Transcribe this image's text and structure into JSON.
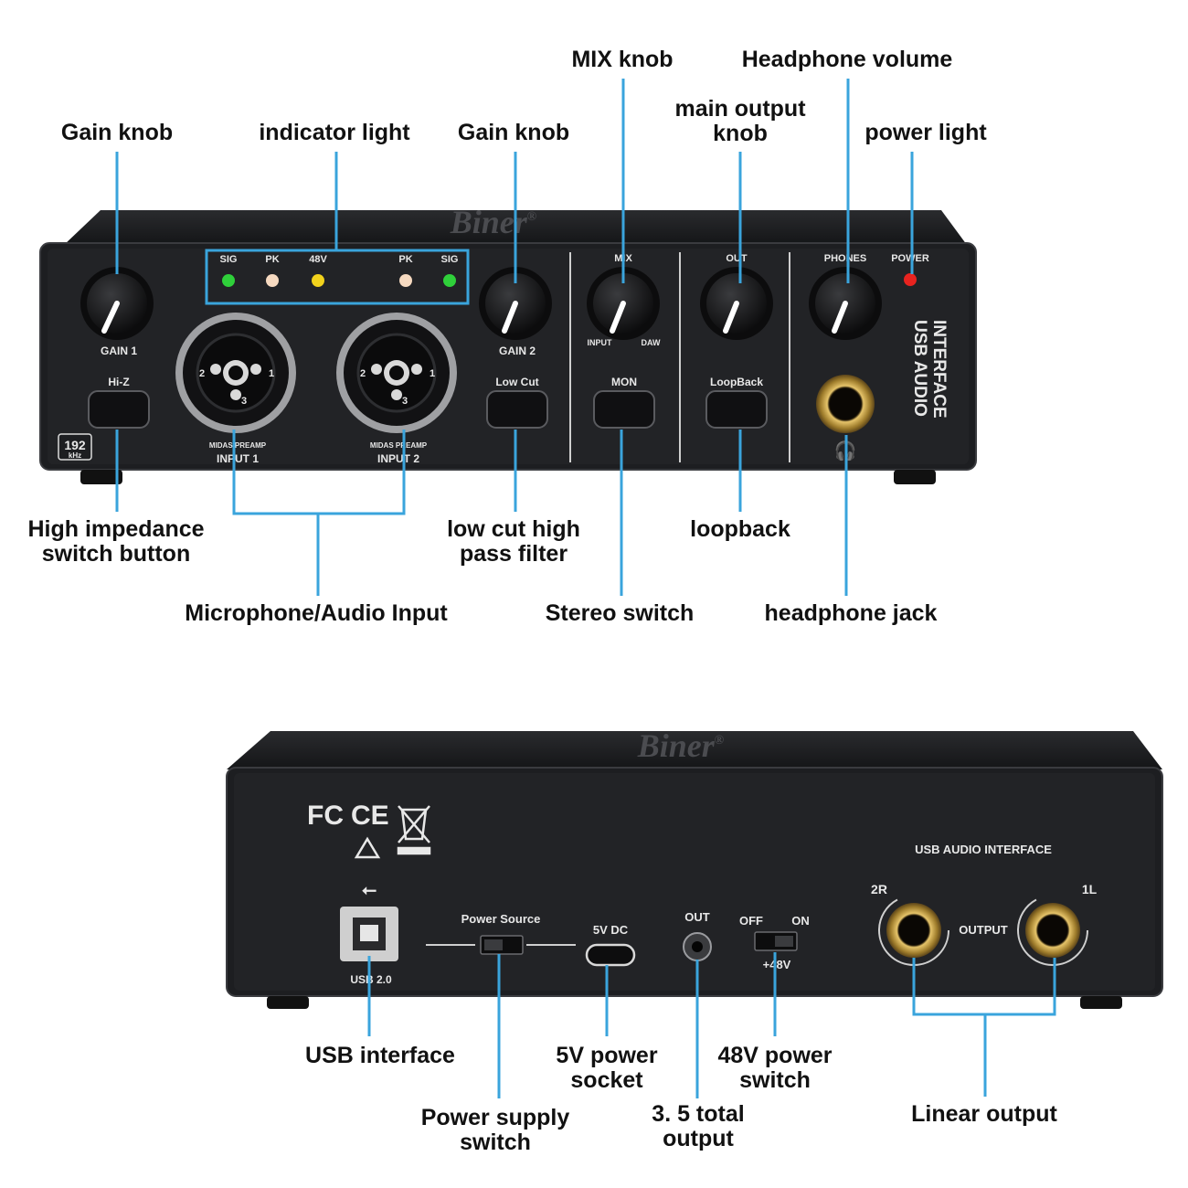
{
  "callouts": {
    "gain_knob_1": "Gain knob",
    "indicator_light": "indicator light",
    "gain_knob_2": "Gain knob",
    "mix_knob": "MIX knob",
    "main_output_knob": "main output knob",
    "main_output_knob_l1": "main output",
    "main_output_knob_l2": "knob",
    "headphone_volume": "Headphone volume",
    "power_light": "power light",
    "hiz_l1": "High impedance",
    "hiz_l2": "switch button",
    "mic_input": "Microphone/Audio Input",
    "lowcut_l1": "low cut high",
    "lowcut_l2": "pass filter",
    "stereo_switch": "Stereo switch",
    "loopback": "loopback",
    "headphone_jack": "headphone jack",
    "usb_interface": "USB interface",
    "power_supply_switch_l1": "Power supply",
    "power_supply_switch_l2": "switch",
    "power_socket_l1": "5V power",
    "power_socket_l2": "socket",
    "total_output_l1": "3. 5 total",
    "total_output_l2": "output",
    "phantom_switch_l1": "48V power",
    "phantom_switch_l2": "switch",
    "linear_output": "Linear output"
  },
  "front_panel": {
    "brand": "Biner",
    "registered": "®",
    "leds": [
      {
        "label": "SIG",
        "color": "#2fd03a"
      },
      {
        "label": "PK",
        "color": "#f6d9c0"
      },
      {
        "label": "48V",
        "color": "#f2d21c"
      },
      {
        "label": "PK",
        "color": "#f6d9c0"
      },
      {
        "label": "SIG",
        "color": "#2fd03a"
      }
    ],
    "gain1": "GAIN 1",
    "gain2": "GAIN 2",
    "hiz": "Hi-Z",
    "lowcut": "Low Cut",
    "mix": "MIX",
    "mix_input": "INPUT",
    "mix_daw": "DAW",
    "mon": "MON",
    "out": "OUT",
    "loopback": "LoopBack",
    "phones": "PHONES",
    "power": "POWER",
    "power_led_color": "#e8231f",
    "input1": "INPUT 1",
    "input2": "INPUT 2",
    "preamp": "MIDAS PREAMP",
    "rate": "192",
    "rate_unit": "kHz",
    "side_l1": "USB AUDIO",
    "side_l2": "INTERFACE",
    "pin1": "1",
    "pin2": "2",
    "pin3": "3"
  },
  "back_panel": {
    "brand": "Biner",
    "registered": "®",
    "fc": "FC",
    "ce": "CE",
    "header": "USB AUDIO INTERFACE",
    "usb": "USB 2.0",
    "power_source": "Power Source",
    "dc": "5V DC",
    "out": "OUT",
    "off": "OFF",
    "on": "ON",
    "v48": "+48V",
    "r2": "2R",
    "l1": "1L",
    "output": "OUTPUT"
  },
  "colors": {
    "leader": "#3aa4dc",
    "panel": "#1e1f22",
    "gold": "#c9a24a"
  }
}
